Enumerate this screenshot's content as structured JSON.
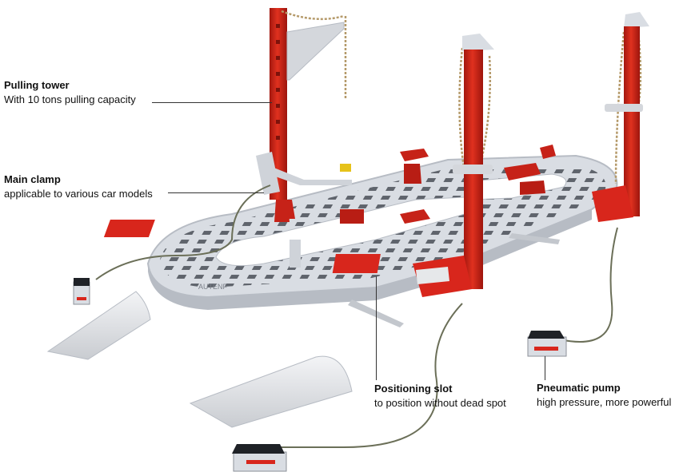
{
  "callouts": {
    "pulling_tower": {
      "title": "Pulling tower",
      "subtitle": "With 10 tons pulling capacity"
    },
    "main_clamp": {
      "title": "Main clamp",
      "subtitle": "applicable to various car models"
    },
    "positioning_slot": {
      "title": "Positioning slot",
      "subtitle": "to position without dead spot"
    },
    "pneumatic_pump": {
      "title": "Pneumatic pump",
      "subtitle": "high pressure, more powerful"
    }
  },
  "brand_mark": "AUTENF",
  "colors": {
    "frame": "#d9dde3",
    "frame_shadow": "#b7bcc4",
    "slot": "#4a4f57",
    "tower_red": "#d8261c",
    "tower_dark": "#a3170f",
    "chain": "#b59a6a",
    "hose": "#6b6f58",
    "ramp": "#e6e8ea"
  },
  "icons": [
    "pulling-tower-graphic",
    "main-clamp-graphic",
    "pneumatic-pump-graphic",
    "ramp-graphic",
    "chain-graphic"
  ]
}
